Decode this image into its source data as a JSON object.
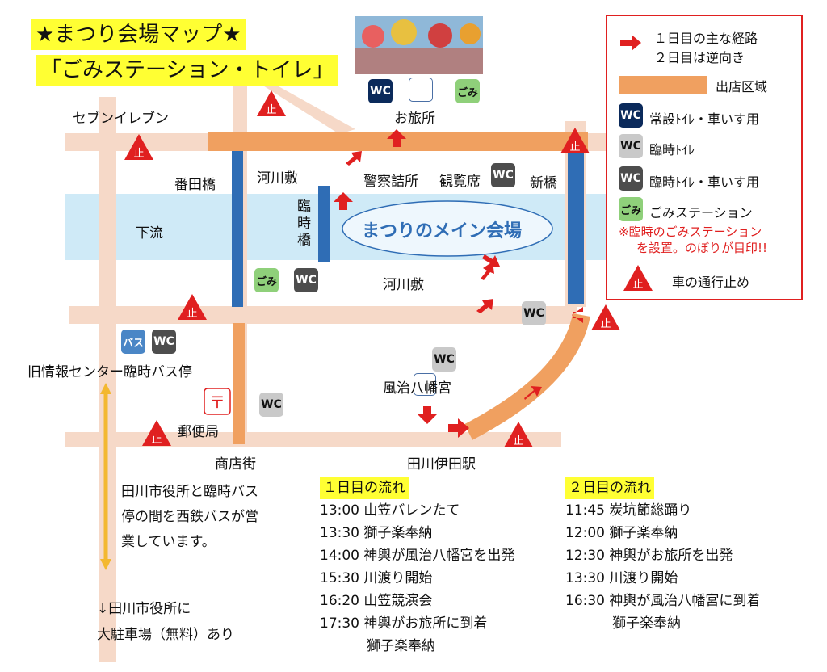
{
  "title": {
    "line1": "★まつり会場マップ★",
    "line2": "「ごみステーション・トイレ」"
  },
  "legend": {
    "route_line1": "１日目の主な経路",
    "route_line2": "２日目は逆向き",
    "stall_area": "出店区域",
    "wc_permanent": "常設ﾄｲﾚ・車いす用",
    "wc_temporary": "臨時ﾄｲﾚ",
    "wc_temp_accessible": "臨時ﾄｲﾚ・車いす用",
    "garbage_station": "ごみステーション",
    "note_line1": "※臨時のごみステーション",
    "note_line2": "を設置。のぼりが目印!!",
    "road_closed": "車の通行止め"
  },
  "icons": {
    "wc": "WC",
    "gomi": "ごみ",
    "bus": "バス",
    "stop": "止"
  },
  "places": {
    "seven_eleven": "セブンイレブン",
    "otabisho": "お旅所",
    "bantabashi": "番田橋",
    "kawarajiki": "河川敷",
    "police_booth": "警察詰所",
    "viewing_seats": "観覧席",
    "shinbashi": "新橋",
    "downstream": "下流",
    "temp_bridge": "臨時橋",
    "main_venue": "まつりのメイン会場",
    "kawarajiki2": "河川敷",
    "bus_stop": "旧情報センター臨時バス停",
    "kaji_hachimangu": "風治八幡宮",
    "post_office": "郵便局",
    "shopping_street": "商店街",
    "ita_station": "田川伊田駅"
  },
  "bus_note": [
    "田川市役所と臨時バス",
    "停の間を西鉄バスが営",
    "業しています。"
  ],
  "parking_note": [
    "↓田川市役所に",
    "大駐車場（無料）あり"
  ],
  "day1": {
    "heading": "１日目の流れ",
    "items": [
      {
        "time": "13:00",
        "event": "山笠バレンたて"
      },
      {
        "time": "13:30",
        "event": "獅子楽奉納"
      },
      {
        "time": "14:00",
        "event": "神輿が風治八幡宮を出発"
      },
      {
        "time": "15:30",
        "event": "川渡り開始"
      },
      {
        "time": "16:20",
        "event": "山笠競演会"
      },
      {
        "time": "17:30",
        "event": "神輿がお旅所に到着"
      }
    ],
    "extra": "獅子楽奉納"
  },
  "day2": {
    "heading": "２日目の流れ",
    "items": [
      {
        "time": "11:45",
        "event": "炭坑節総踊り"
      },
      {
        "time": "12:00",
        "event": "獅子楽奉納"
      },
      {
        "time": "12:30",
        "event": "神輿がお旅所を出発"
      },
      {
        "time": "13:30",
        "event": "川渡り開始"
      },
      {
        "time": "16:30",
        "event": "神輿が風治八幡宮に到着"
      }
    ],
    "extra": "獅子楽奉納"
  },
  "colors": {
    "road": "#f6d9c8",
    "river": "#cfeaf7",
    "stall": "#f0a060",
    "bridge": "#2f6db5",
    "route": "#e02020",
    "highlight": "#ffff33"
  }
}
